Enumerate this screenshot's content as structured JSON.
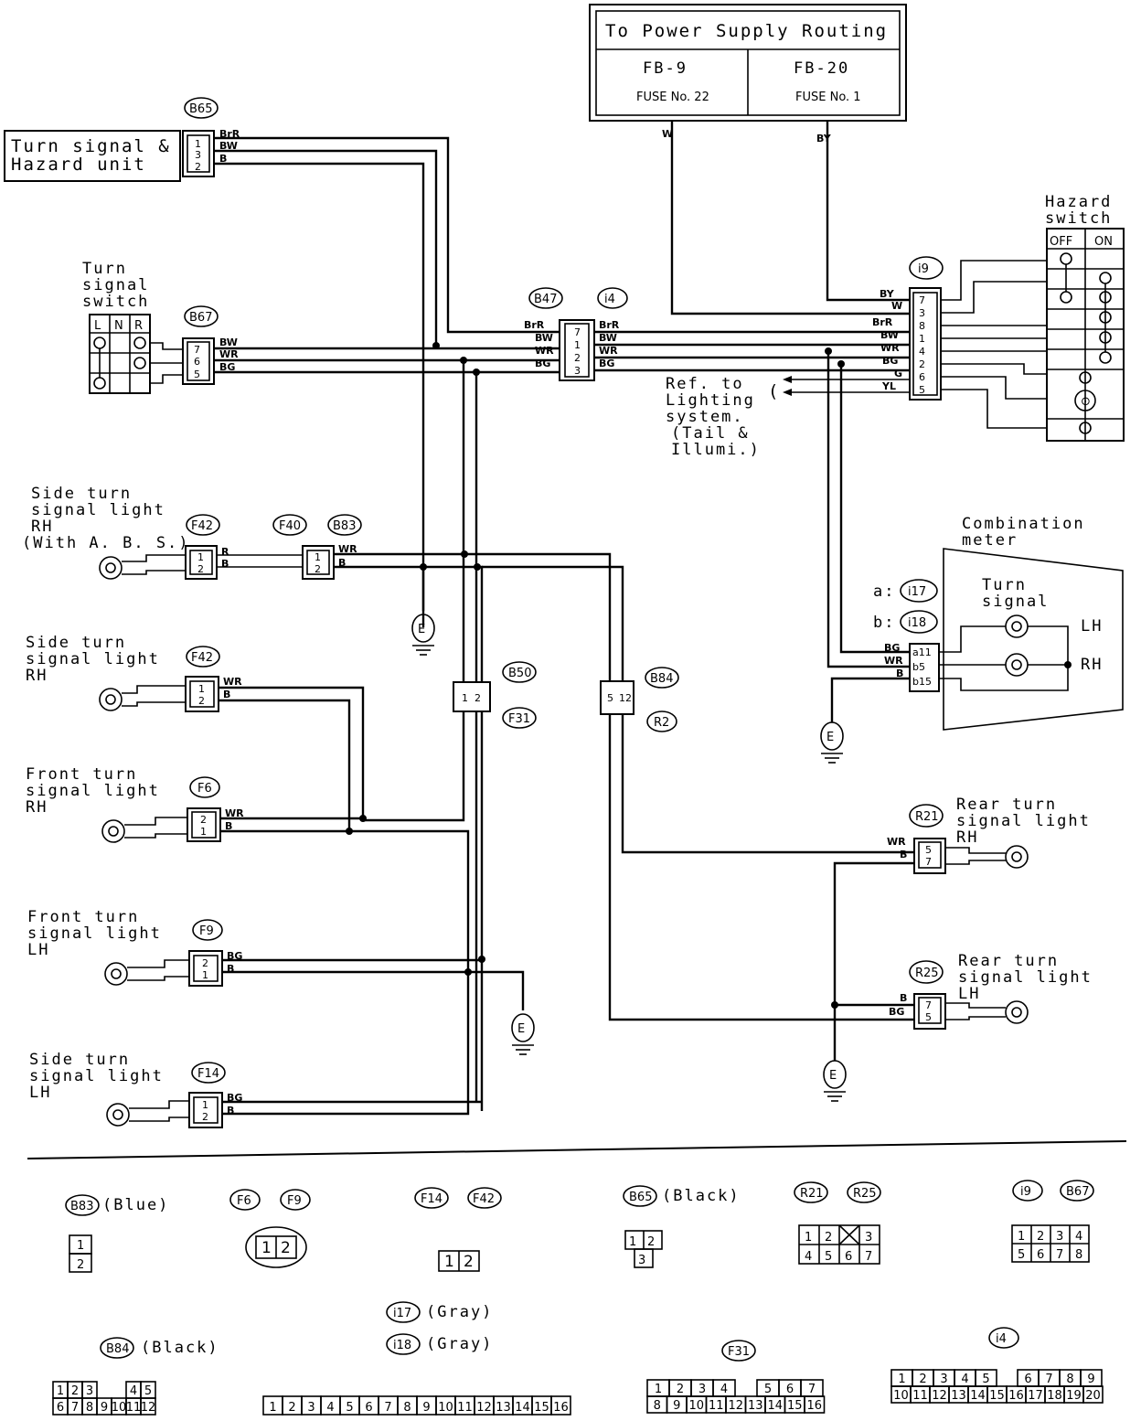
{
  "power": {
    "title": "To Power Supply Routing",
    "left_code": "FB-9",
    "left_fuse": "FUSE No. 22",
    "right_code": "FB-20",
    "right_fuse": "FUSE No. 1",
    "wire_left": "W",
    "wire_right": "BY"
  },
  "components": {
    "turn_hazard_unit": [
      "Turn signal &",
      "Hazard unit"
    ],
    "turn_switch": [
      "Turn",
      "signal",
      "switch"
    ],
    "turn_switch_positions": [
      "L",
      "N",
      "R"
    ],
    "hazard_switch": [
      "Hazard",
      "switch"
    ],
    "hazard_positions": [
      "OFF",
      "ON"
    ],
    "ref_lighting": [
      "Ref. to",
      "Lighting",
      "system.",
      "(Tail &",
      " Illumi.)"
    ],
    "side_rh_abs": [
      "Side turn",
      "signal light",
      "RH",
      "(With A. B. S.)"
    ],
    "side_rh": [
      "Side turn",
      "signal light",
      "RH"
    ],
    "front_rh": [
      "Front turn",
      "signal light",
      "RH"
    ],
    "front_lh": [
      "Front turn",
      "signal light",
      "LH"
    ],
    "side_lh": [
      "Side turn",
      "signal light",
      "LH"
    ],
    "combination_meter": [
      "Combination",
      "meter"
    ],
    "turn_signal": [
      "Turn",
      "signal"
    ],
    "lh": "LH",
    "rh": "RH",
    "rear_rh": [
      "Rear turn",
      "signal light",
      "RH"
    ],
    "rear_lh": [
      "Rear turn",
      "signal light",
      "LH"
    ],
    "meter_a": "a:",
    "meter_b": "b:",
    "ground": "E"
  },
  "connectors": {
    "B65": "B65",
    "B67": "B67",
    "B47": "B47",
    "i4": "i4",
    "i9": "i9",
    "F42": "F42",
    "F40": "F40",
    "B83": "B83",
    "B50": "B50",
    "F31": "F31",
    "B84": "B84",
    "R2": "R2",
    "F6": "F6",
    "F9": "F9",
    "F14": "F14",
    "i17": "i17",
    "i18": "i18",
    "R21": "R21",
    "R25": "R25"
  },
  "wires": {
    "b65": [
      "BrR",
      "BW",
      "B"
    ],
    "b67": [
      "BW",
      "WR",
      "BG"
    ],
    "b47_left": [
      "BrR",
      "BW",
      "WR",
      "BG"
    ],
    "i4_right": [
      "BrR",
      "BW",
      "WR",
      "BG"
    ],
    "i9": [
      "BY",
      "W",
      "BrR",
      "BW",
      "WR",
      "BG",
      "G",
      "YL"
    ],
    "r": "R",
    "b": "B",
    "wr": "WR",
    "bg": "BG"
  },
  "pins": {
    "b65": [
      "1",
      "3",
      "2"
    ],
    "b67": [
      "7",
      "6",
      "5"
    ],
    "b47": [
      "7",
      "1",
      "2",
      "3"
    ],
    "i9": [
      "7",
      "3",
      "8",
      "1",
      "4",
      "2",
      "6",
      "5"
    ],
    "meter": [
      "a11",
      "b5",
      "b15"
    ],
    "two": [
      "1",
      "2"
    ],
    "f6": [
      "2",
      "1"
    ],
    "b84": [
      "5",
      "12"
    ],
    "r21": [
      "5",
      "7"
    ],
    "r25": [
      "7",
      "5"
    ]
  },
  "legend": {
    "b83_color": "(Blue)",
    "b65_color": "(Black)",
    "b84_color": "(Black)",
    "i17_color": "(Gray)",
    "i18_color": "(Gray)",
    "b83_pins": [
      "1",
      "2"
    ],
    "f6_pins": [
      "1",
      "2"
    ],
    "f14_pins": [
      "1",
      "2"
    ],
    "b65_pins": [
      "1",
      "2",
      "3"
    ],
    "r21_row1": [
      "1",
      "2",
      "",
      "3"
    ],
    "r21_row2": [
      "4",
      "5",
      "6",
      "7"
    ],
    "i9_row1": [
      "1",
      "2",
      "3",
      "4"
    ],
    "i9_row2": [
      "5",
      "6",
      "7",
      "8"
    ],
    "b84_row1": [
      "1",
      "2",
      "3",
      "",
      "",
      "4",
      "5"
    ],
    "b84_row2": [
      "6",
      "7",
      "8",
      "9",
      "10",
      "11",
      "12"
    ],
    "i17_pins": [
      "1",
      "2",
      "3",
      "4",
      "5",
      "6",
      "7",
      "8",
      "9",
      "10",
      "11",
      "12",
      "13",
      "14",
      "15",
      "16"
    ],
    "f31_row1": [
      "1",
      "2",
      "3",
      "4",
      "",
      "5",
      "6",
      "7"
    ],
    "f31_row2": [
      "8",
      "9",
      "10",
      "11",
      "12",
      "13",
      "14",
      "15",
      "16"
    ],
    "i4_row1": [
      "1",
      "2",
      "3",
      "4",
      "5",
      "",
      "6",
      "7",
      "8",
      "9"
    ],
    "i4_row2": [
      "10",
      "11",
      "12",
      "13",
      "14",
      "15",
      "16",
      "17",
      "18",
      "19",
      "20"
    ]
  }
}
